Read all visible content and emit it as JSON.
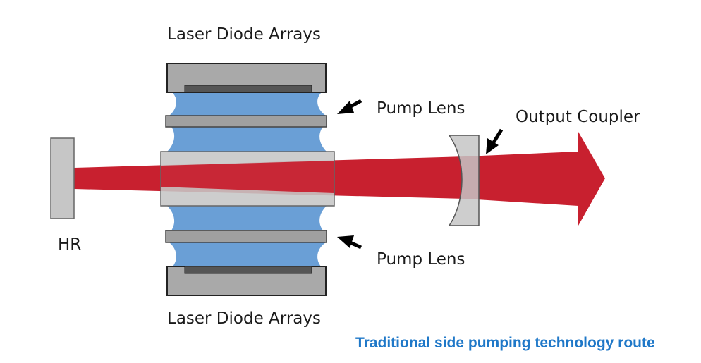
{
  "labels": {
    "diode_top": "Laser Diode Arrays",
    "diode_bottom": "Laser Diode Arrays",
    "pump_lens_top": "Pump Lens",
    "pump_lens_bottom": "Pump Lens",
    "output_coupler": "Output Coupler",
    "hr": "HR"
  },
  "caption": "Traditional side pumping technology route",
  "colors": {
    "beam": "#c8202f",
    "pump_light": "#6a9fd6",
    "optic_gray": "#c6c6c6",
    "housing_gray": "#a9a9a9",
    "lens_gray": "#a0a0a0",
    "caption_blue": "#1f78c8",
    "arrow": "#000000"
  }
}
